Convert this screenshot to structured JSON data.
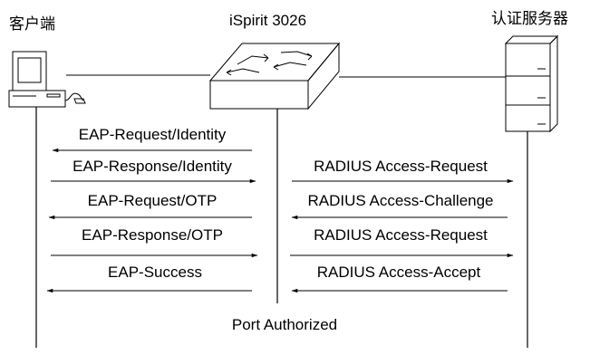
{
  "titles": {
    "client": "客户端",
    "switch": "iSpirit 3026",
    "server": "认证服务器"
  },
  "left_messages": [
    {
      "label": "EAP-Request/Identity",
      "direction": "to-client"
    },
    {
      "label": "EAP-Response/Identity",
      "direction": "to-switch"
    },
    {
      "label": "EAP-Request/OTP",
      "direction": "to-client"
    },
    {
      "label": "EAP-Response/OTP",
      "direction": "to-switch"
    },
    {
      "label": "EAP-Success",
      "direction": "to-client"
    }
  ],
  "right_messages": [
    {
      "label": "RADIUS Access-Request",
      "direction": "to-server"
    },
    {
      "label": "RADIUS Access-Challenge",
      "direction": "to-switch"
    },
    {
      "label": "RADIUS Access-Request",
      "direction": "to-server"
    },
    {
      "label": "RADIUS Access-Accept",
      "direction": "to-switch"
    }
  ],
  "footer": "Port Authorized"
}
